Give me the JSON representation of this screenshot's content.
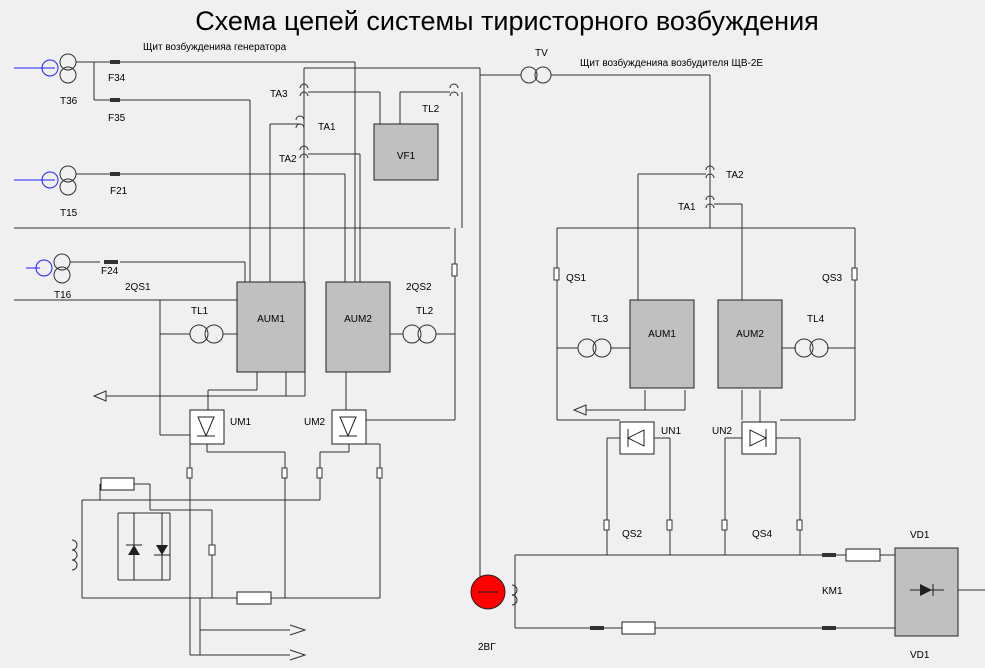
{
  "title": "Схема цепей системы тиристорного возбуждения",
  "panel_generator": "Щит возбужденияа генератора",
  "panel_exciter": "Щит возбужденияа возбудителя ЩВ-2Е",
  "labels": {
    "T36": "T36",
    "T15": "T15",
    "T16": "T16",
    "F34": "F34",
    "F35": "F35",
    "F21": "F21",
    "F24": "F24",
    "TA3": "TA3",
    "TA1_left": "TA1",
    "TA2_left": "TA2",
    "TL2_top": "TL2",
    "VF1": "VF1",
    "TV": "TV",
    "QS1_2": "2QS1",
    "QS2_2": "2QS2",
    "TL1": "TL1",
    "TL2_mid": "TL2",
    "AUM1_left": "AUM1",
    "AUM2_left": "AUM2",
    "UM1": "UM1",
    "UM2": "UM2",
    "TA2_right": "TA2",
    "TA1_right": "TA1",
    "QS1": "QS1",
    "QS3": "QS3",
    "TL3": "TL3",
    "TL4": "TL4",
    "AUM1_right": "AUM1",
    "AUM2_right": "AUM2",
    "UN1": "UN1",
    "UN2": "UN2",
    "QS2": "QS2",
    "QS4": "QS4",
    "KM1": "KM1",
    "VD1_top": "VD1",
    "VD1_bottom": "VD1",
    "GEN": "2ВГ"
  },
  "colors": {
    "generator": "#ff0000",
    "line": "#303030",
    "source_line": "#2020ff",
    "device": "#c0c0c0"
  }
}
